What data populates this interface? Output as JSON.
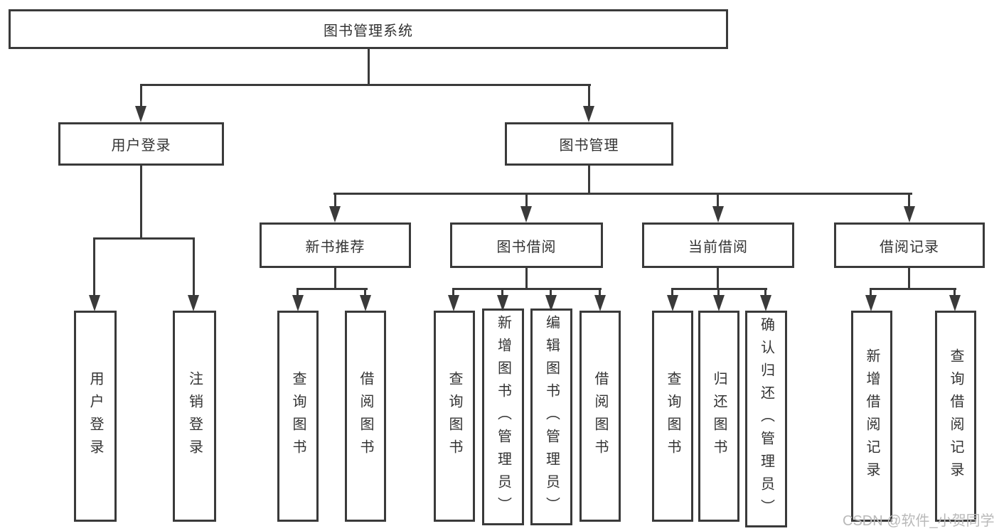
{
  "colors": {
    "line": "#3a3a3a",
    "text": "#333333",
    "box_bg": "#ffffff",
    "watermark": "#b9b9b9"
  },
  "watermark": {
    "text": "CSDN @软件_小贺同学"
  },
  "tree": {
    "root": {
      "label": "图书管理系统"
    },
    "children": [
      {
        "label": "用户登录",
        "children": [
          {
            "label": "用户登录"
          },
          {
            "label": "注销登录"
          }
        ]
      },
      {
        "label": "图书管理",
        "children": [
          {
            "label": "新书推荐",
            "children": [
              {
                "label": "查询图书"
              },
              {
                "label": "借阅图书"
              }
            ]
          },
          {
            "label": "图书借阅",
            "children": [
              {
                "label": "查询图书"
              },
              {
                "label": "新增图书（管理员）"
              },
              {
                "label": "编辑图书（管理员）"
              },
              {
                "label": "借阅图书"
              }
            ]
          },
          {
            "label": "当前借阅",
            "children": [
              {
                "label": "查询图书"
              },
              {
                "label": "归还图书"
              },
              {
                "label": "确认归还（管理员）"
              }
            ]
          },
          {
            "label": "借阅记录",
            "children": [
              {
                "label": "新增借阅记录"
              },
              {
                "label": "查询借阅记录"
              }
            ]
          }
        ]
      }
    ]
  }
}
